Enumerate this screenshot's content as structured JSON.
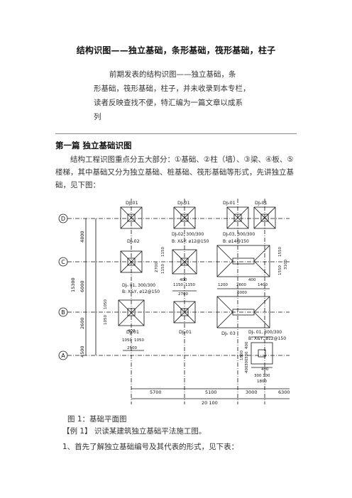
{
  "article": {
    "title": "结构识图——独立基础，条形基础，筏形基础，柱子",
    "intro_lines": [
      "前期发表的结构识图——独立基础，条",
      "形基础，筏形基础，柱子，并未收录到本专栏，",
      "读者反映查找不便，特汇编为一篇文章以成系",
      "列"
    ],
    "section_heading": "第一篇 独立基础识图",
    "body_paragraph": "结构工程识图重点分五大部分：①基础、②柱（墙）、③梁、④板、⑤楼梯，其中基础又分为独立基础、桩基础、筏形基础等形式，先讲独立基础，见下图：",
    "figure_caption": "图 1：基础平面图",
    "example_label": "【例 1】 识读某建筑独立基础平法施工图。",
    "step_1": "1、首先了解独立基础编号及其代表的形式，见下表："
  },
  "drawing": {
    "axis_labels": [
      "D",
      "C",
      "B",
      "A"
    ],
    "footing_labels": {
      "dj01_a": "DJₕ01",
      "dj01_b": "DJₕ01",
      "dj01_c": "DJₕ01",
      "dj01_d": "DJₕ01",
      "dj02": "DJₕ02",
      "dj02_spec": "DJₕ02, 300/300",
      "dj02_rebar": "B: X&Y: ø12@150",
      "dj03_spec": "DJₕ03, 300/300",
      "dj03_rebar": "B: ø14@150",
      "dj01_spec": "DJₕ 01, 300/300",
      "dj01_rebar": "B: X&Y, ø12@150",
      "dj01_e": "DJₚ01",
      "dj01_f": "DJₚ01",
      "dj03_b": "DJₕ 03",
      "dj01_spec_b": "DJₕ 01, 300/300",
      "dj01_rebar_b": "B: X&Y, ø12@150"
    },
    "left_dims": [
      "4800",
      "6000",
      "15300",
      "2600",
      "4500"
    ],
    "small_dims": {
      "d2700": "2700",
      "d1150a": "1150",
      "d1150b": "1150",
      "d400a": "400",
      "d1150c": "1150",
      "d1150d": "1150",
      "d2700b": "2700",
      "d1200": "1200",
      "d2600": "2600",
      "d1400": "1400",
      "d400b": "400",
      "d6000": "6000",
      "d1550a": "1550",
      "d3100": "3100",
      "d1550b": "1550",
      "d1050a": "1050",
      "d1050b": "1050",
      "d400c": "400",
      "d1050c": "1050",
      "d1050d": "1050",
      "d2500": "2500",
      "d1800": "1800",
      "d400d": "400",
      "d300a": "300",
      "d300b": "300",
      "d400e": "400",
      "d400f": "400",
      "d300c": "300",
      "d300d": "300",
      "d1800b": "1800"
    },
    "bottom_dims": [
      "5700",
      "5100",
      "3000",
      "6300"
    ],
    "bottom_total": "20 100"
  }
}
